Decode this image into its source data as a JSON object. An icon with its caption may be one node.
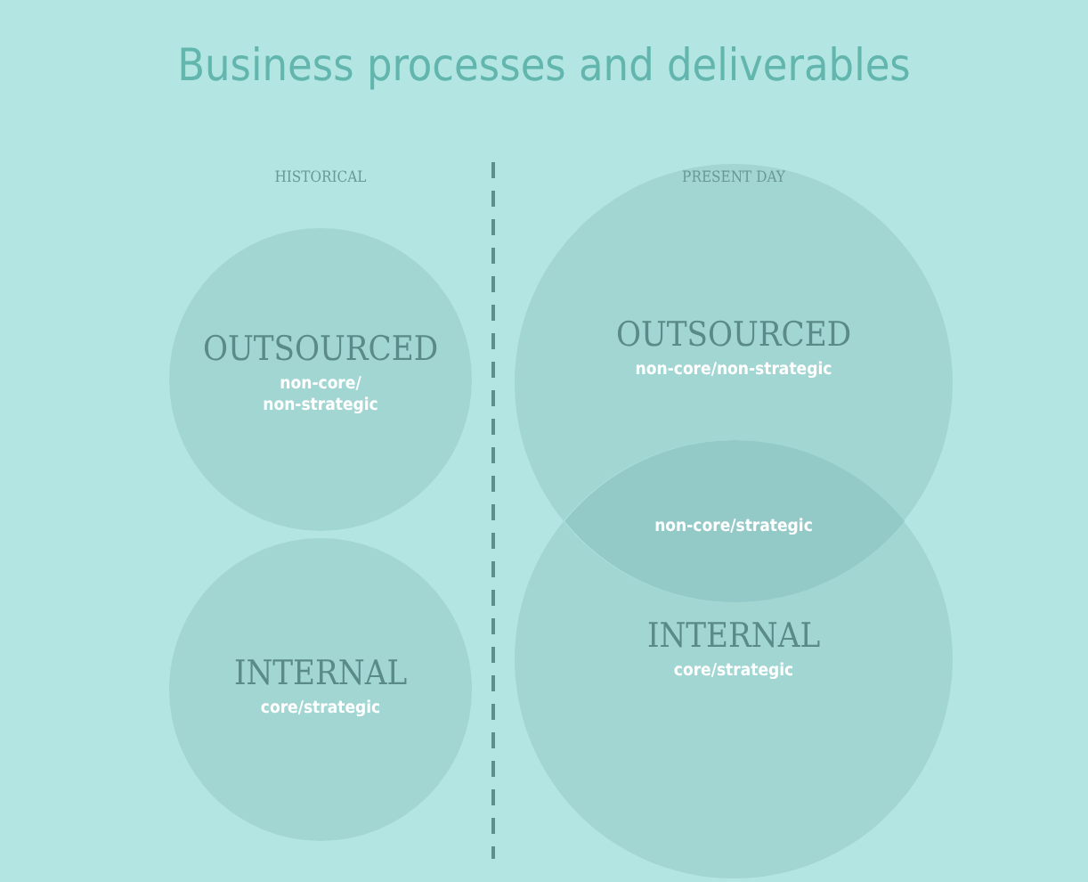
{
  "diagram": {
    "title": "Business processes and deliverables",
    "nodes": [
      {
        "text": [
          "OUTSOURCED",
          "non-core/ non-strategic"
        ]
      },
      {
        "text": [
          "INTERNAL",
          "core/strategic"
        ]
      },
      {
        "text": [
          "OUTSOURCED",
          "non-core/non-strategic"
        ]
      },
      {
        "text": [
          "INTERNAL",
          "core/strategic"
        ]
      },
      {
        "text": [
          "non-core/strategic"
        ]
      }
    ],
    "labels": [
      "HISTORICAL",
      "PRESENT DAY"
    ]
  }
}
